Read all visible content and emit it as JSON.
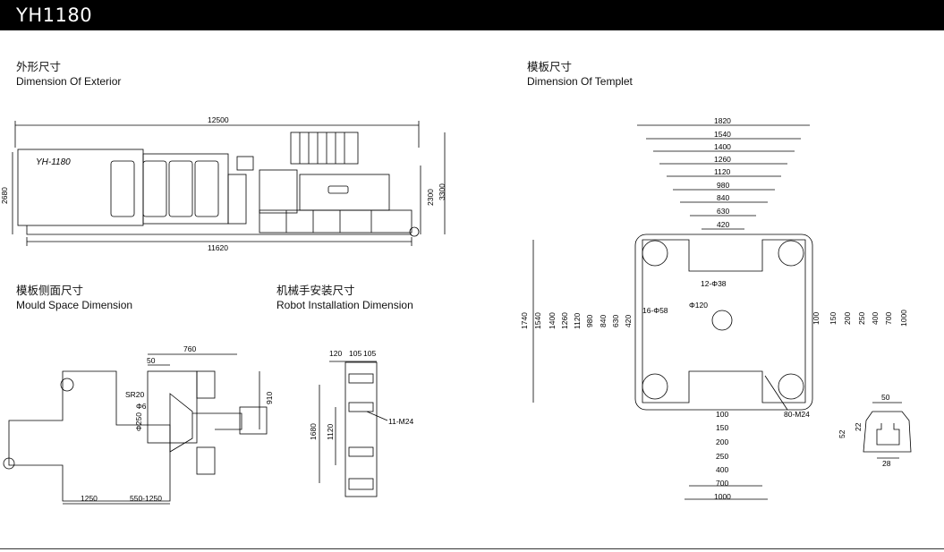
{
  "header": {
    "model": "YH1180"
  },
  "sections": {
    "exterior": {
      "cn": "外形尺寸",
      "en": "Dimension Of Exterior"
    },
    "templet": {
      "cn": "模板尺寸",
      "en": "Dimension Of Templet"
    },
    "mould": {
      "cn": "模板侧面尺寸",
      "en": "Mould Space Dimension"
    },
    "robot": {
      "cn": "机械手安装尺寸",
      "en": "Robot Installation Dimension"
    }
  },
  "exterior": {
    "length": "12500",
    "width": "11620",
    "height_left": "2680",
    "height_mid": "2300",
    "height_right": "3300",
    "model_label": "YH-1180"
  },
  "templet": {
    "top": [
      "1820",
      "1540",
      "1400",
      "1260",
      "1120",
      "980",
      "840",
      "630",
      "420"
    ],
    "left": [
      "1740",
      "1540",
      "1400",
      "1260",
      "1120",
      "980",
      "840",
      "630",
      "420"
    ],
    "right": [
      "100",
      "150",
      "200",
      "250",
      "400",
      "700",
      "1000"
    ],
    "bottom": [
      "100",
      "150",
      "200",
      "250",
      "400",
      "700",
      "1000"
    ],
    "phi": "Φ120",
    "holes16": "16-Φ58",
    "holes12": "12-Φ38",
    "holes80": "80-M24",
    "detail": {
      "w": "50",
      "h1": "22",
      "h2": "52",
      "base": "28"
    }
  },
  "mould": {
    "d760": "760",
    "d50": "50",
    "d910": "910",
    "sr": "SR20",
    "phi6": "Φ6",
    "phi250": "Φ250",
    "d1250": "1250",
    "range": "550-1250"
  },
  "robot": {
    "d120": "120",
    "d105a": "105",
    "d105b": "105",
    "d1680": "1680",
    "d1120": "1120",
    "holes": "11-M24"
  }
}
